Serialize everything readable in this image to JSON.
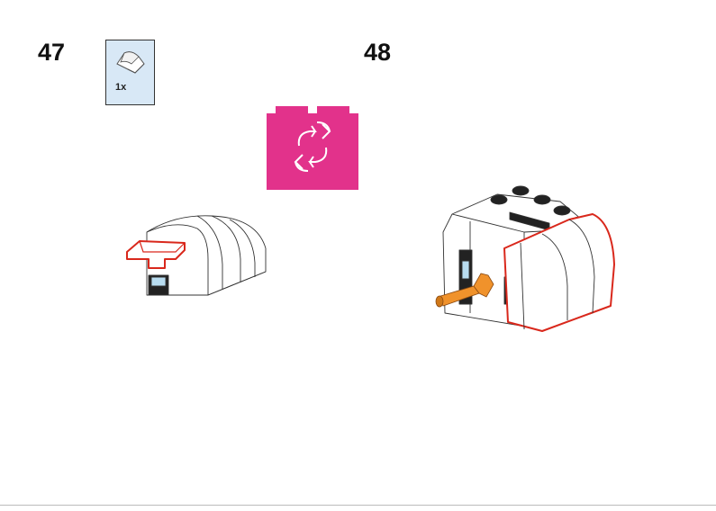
{
  "steps": [
    {
      "number": "47",
      "parts": [
        {
          "quantity": "1x",
          "icon": "curved-slope-brick-icon",
          "color": "#ffffff"
        }
      ]
    },
    {
      "number": "48",
      "parts": []
    }
  ],
  "rotate_indicator": {
    "icon": "rotate-model-icon",
    "color": "#e2328b"
  },
  "colors": {
    "parts_box_bg": "#d8e8f6",
    "highlight_outline": "#d9281c",
    "axle_orange": "#f0922b",
    "window_blue": "#b8dcf0"
  }
}
